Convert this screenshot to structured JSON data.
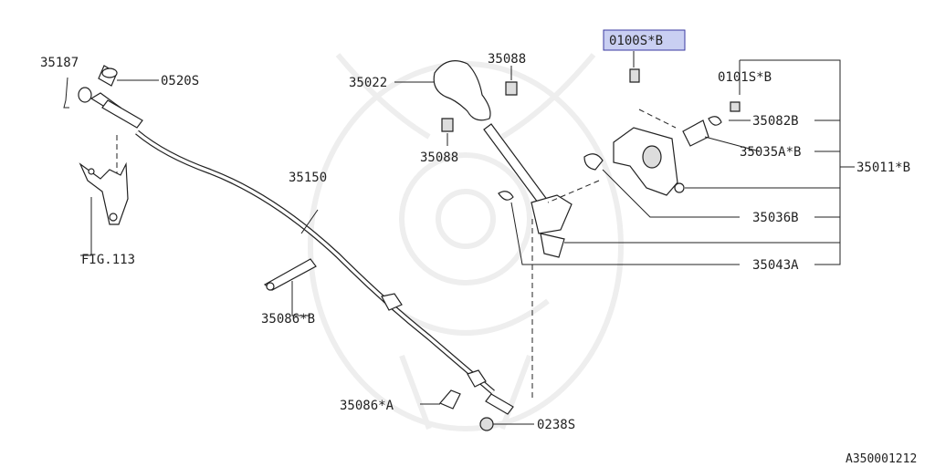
{
  "labels": {
    "p35187": "35187",
    "p0520s": "0520S",
    "fig113": "FIG.113",
    "p35150": "35150",
    "p35086b": "35086*B",
    "p35086a": "35086*A",
    "p0238s": "0238S",
    "p35022": "35022",
    "p35088a": "35088",
    "p35088b": "35088",
    "p0100sb": "0100S*B",
    "p0101sb": "0101S*B",
    "p35082b": "35082B",
    "p35035ab": "35035A*B",
    "p35011b": "35011*B",
    "p35036b": "35036B",
    "p35043a": "35043A"
  },
  "diagram_id": "A350001212",
  "colors": {
    "highlight_fill": "#c9cff2",
    "highlight_border": "#3a3aa0",
    "line": "#222222"
  }
}
